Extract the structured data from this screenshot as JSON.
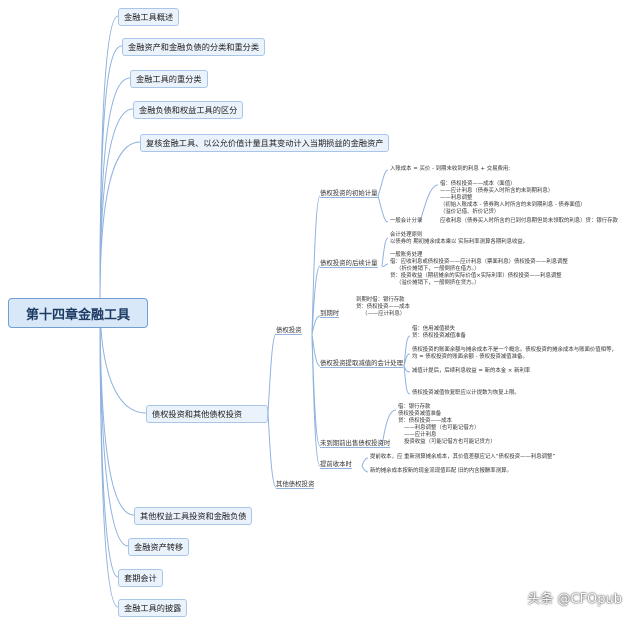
{
  "root": "第十四章金融工具",
  "branches": [
    "金融工具概述",
    "金融资产和金融负债的分类和重分类",
    "金融工具的重分类",
    "金融负债和权益工具的区分",
    "复核金融工具、以公允价值计量且其变动计入当期损益的金融资产",
    "债权投资和其他债权投资",
    "其他权益工具投资和金融负债",
    "金融资产转移",
    "套期会计",
    "金融工具的披露"
  ],
  "sub": {
    "debt": "债权投资",
    "other_debt": "其他债权投资"
  },
  "debt_items": {
    "initial": "债权投资的初始计量",
    "subsequent": "债权投资的后续计量",
    "maturity": "到期时",
    "impairment": "债权投资提取减值的会计处理",
    "sale": "未到期前出售债权投资时",
    "early": "提前收本时"
  },
  "notes": {
    "initial_1": "入账成本 = 买价 - 到期未收到的利息 + 交易费用;",
    "initial_2": "借：债权投资——成本（面值）",
    "initial_3": "——应计利息（债券买入时所含的未到期利息）",
    "initial_4": "——利息调整",
    "initial_5": "（初始入账成本 - 债券购入时所含的未到期利息 - 债券面值）",
    "initial_6": "（溢价记借、折价记贷）",
    "initial_7": "一般会计分录",
    "initial_8": "应收利息（债券买入时所含的已到付息期但尚未领取的利息）贷：银行存款",
    "sub_1": "会计处理原则",
    "sub_2": "以债券的 期初摊余成本乘以 实际利率测算各期利息收益。",
    "sub_3": "一般账务处理",
    "sub_4": "借：应收利息或债权投资——应计利息（票面利息）债权投资——利息调整",
    "sub_5": "（折价摊销下，一般倒挤在借方。）",
    "sub_6": "贷：投资收益（期初摊余的实际价值×实际利率）债权投资——利息调整",
    "sub_7": "（溢价摊销下，一般倒挤在贷方。）",
    "mat_1": "到期时借：银行存款",
    "mat_2": "贷：债权投资——成本",
    "mat_3": "（——应计利息）",
    "imp_1": "借：信用减值损失",
    "imp_2": "贷：债权投资减值准备",
    "imp_3": "债权投资的账面余额与摊余成本不是一个概念。债权投资的摊余成本与账面价值相等，",
    "imp_4": "均 = 债权投资的账面余额 - 债权投资减值准备。",
    "imp_5": "减值计提后，后续利息收益 = 新的本金 × 新利率",
    "imp_6": "债权投资减值恢复职应以计提数为恢复上限。",
    "sale_1": "借：银行存款",
    "sale_2": "债权投资减值准备",
    "sale_3": "贷：债权投资——成本",
    "sale_4": "——利息调整（也可能记借方）",
    "sale_5": "——应计利息",
    "sale_6": "投资收益（可能记借方也可能记贷方）",
    "early_1": "提前收本，应 重新测算摊余成本，其价值差额应记入“债权投资——利息调整”",
    "early_2": "新的摊余成本按新的现金流现值匹配 旧的内含报酬率测算。"
  },
  "watermark": "头条 @CFOpub"
}
